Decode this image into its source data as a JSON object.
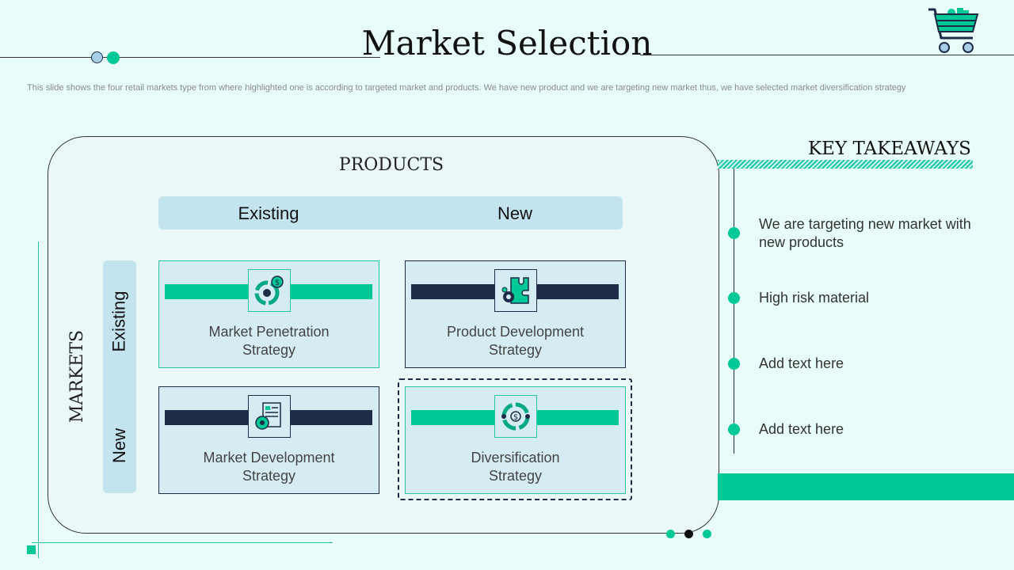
{
  "slide": {
    "title": "Market Selection",
    "subtitle": "This slide shows the four retail markets type from where highlighted one is according to targeted market and products. We have new product and we are targeting new market thus, we have selected market diversification strategy"
  },
  "matrix": {
    "products_label": "PRODUCTS",
    "markets_label": "MARKETS",
    "columns": [
      "Existing",
      "New"
    ],
    "rows": [
      "Existing",
      "New"
    ],
    "cells": [
      {
        "label": "Market Penetration\nStrategy",
        "icon": "chart-dollar-icon",
        "style": "teal"
      },
      {
        "label": "Product Development\nStrategy",
        "icon": "puzzle-gear-icon",
        "style": "navy"
      },
      {
        "label": "Market Development\nStrategy",
        "icon": "document-gear-icon",
        "style": "navy"
      },
      {
        "label": "Diversification\nStrategy",
        "icon": "dollar-target-icon",
        "style": "teal",
        "highlighted": true
      }
    ]
  },
  "takeaways": {
    "title": "KEY TAKEAWAYS",
    "items": [
      "We are targeting new market with new products",
      "High risk material",
      "Add text here",
      "Add text here"
    ]
  },
  "colors": {
    "accent": "#00c896",
    "navy": "#1e2b47",
    "background": "#e8fdf9",
    "panel": "#c3e4ef"
  },
  "icons": {
    "header": "shopping-cart-icon"
  }
}
